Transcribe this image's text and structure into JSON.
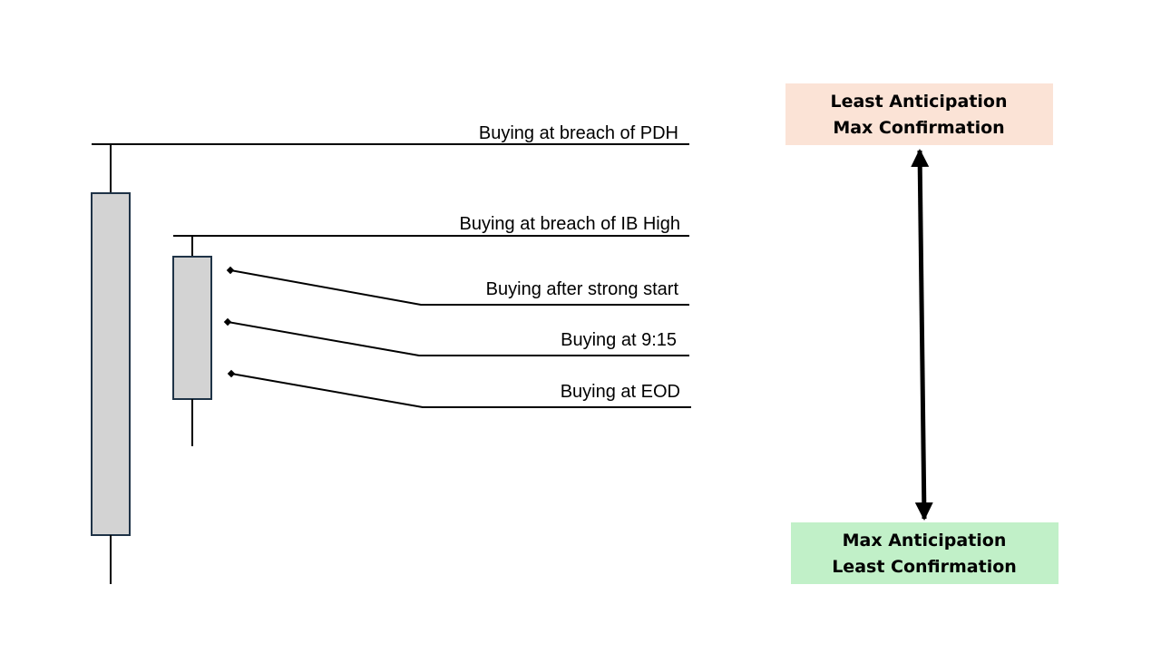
{
  "colors": {
    "candle_fill": "#d3d3d3",
    "candle_border": "#1f3347",
    "line": "#000000",
    "top_box_fill": "#fbe3d6",
    "bottom_box_fill": "#c1f0c8"
  },
  "levels": {
    "pdh": "Buying at breach of PDH",
    "ib_high": "Buying at breach of IB High",
    "strong_start": "Buying after strong start",
    "open_915": "Buying at 9:15",
    "eod": "Buying at EOD"
  },
  "spectrum": {
    "top": {
      "line1": "Least Anticipation",
      "line2": "Max Confirmation"
    },
    "bottom": {
      "line1": "Max Anticipation",
      "line2": "Least Confirmation"
    }
  }
}
